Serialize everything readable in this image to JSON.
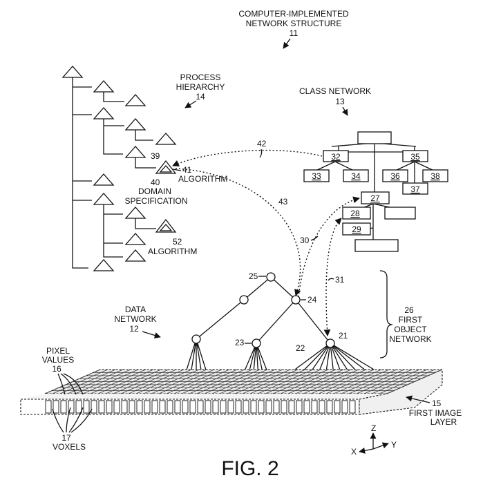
{
  "title": {
    "line1": "COMPUTER-IMPLEMENTED",
    "line2": "NETWORK STRUCTURE",
    "ref": "11"
  },
  "process_hierarchy": {
    "line1": "PROCESS",
    "line2": "HIERARCHY",
    "ref": "14"
  },
  "class_network": {
    "line1": "CLASS NETWORK",
    "ref": "13"
  },
  "class_boxes": [
    "32",
    "35",
    "33",
    "34",
    "36",
    "38",
    "37",
    "27",
    "28",
    "29"
  ],
  "algorithm_a": {
    "ref": "41",
    "label": "ALGORITHM"
  },
  "algorithm_b": {
    "ref": "52",
    "label": "ALGORITHM"
  },
  "domain_spec": {
    "ref_39": "39",
    "ref_40": "40",
    "line1": "DOMAIN",
    "line2": "SPECIFICATION"
  },
  "links": {
    "r42": "42",
    "r43": "43",
    "r30": "30",
    "r31": "31"
  },
  "data_network": {
    "line1": "DATA",
    "line2": "NETWORK",
    "ref": "12"
  },
  "nodes": {
    "n25": "25",
    "n24": "24",
    "n23": "23",
    "n22": "22",
    "n21": "21"
  },
  "first_object_network": {
    "ref": "26",
    "line1": "FIRST",
    "line2": "OBJECT",
    "line3": "NETWORK"
  },
  "pixel_values": {
    "line1": "PIXEL",
    "line2": "VALUES",
    "ref": "16"
  },
  "voxels": {
    "ref": "17",
    "label": "VOXELS"
  },
  "first_image_layer": {
    "ref": "15",
    "line1": "FIRST IMAGE",
    "line2": "LAYER"
  },
  "axes": {
    "z": "Z",
    "x": "X",
    "y": "Y"
  },
  "figure_label": "FIG. 2"
}
